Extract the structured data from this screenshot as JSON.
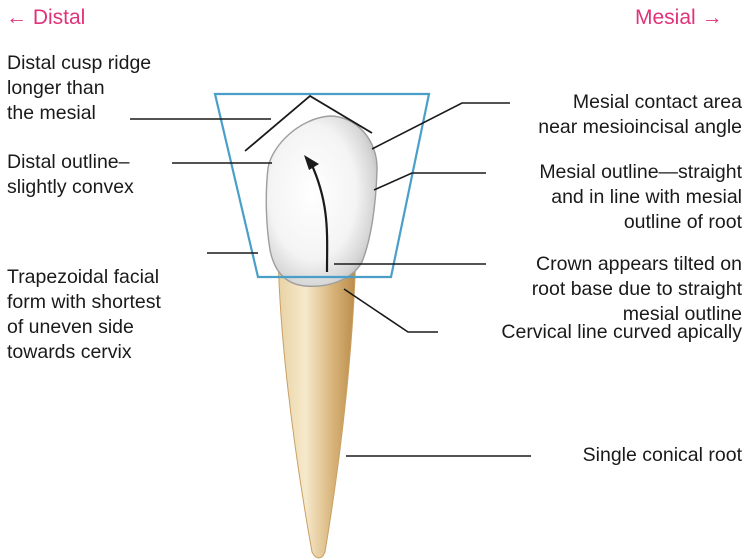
{
  "header": {
    "distal": "← Distal",
    "mesial": "Mesial →"
  },
  "labels": {
    "distal_cusp_ridge": [
      "Distal cusp ridge",
      "longer than",
      "the mesial"
    ],
    "distal_outline": [
      "Distal outline–",
      "slightly convex"
    ],
    "trapezoidal_form": [
      "Trapezoidal facial",
      "form with shortest",
      "of uneven side",
      "towards cervix"
    ],
    "mesial_contact_area": [
      "Mesial contact area",
      "near mesioincisal angle"
    ],
    "mesial_outline": [
      "Mesial outline—straight",
      "and in line with mesial",
      "outline of root"
    ],
    "crown_tilted": [
      "Crown appears tilted on",
      "root base due to straight",
      "mesial outline"
    ],
    "cervical_line": [
      "Cervical line curved apically"
    ],
    "single_root": [
      "Single conical root"
    ]
  },
  "colors": {
    "header": "#e0337a",
    "trapezoid": "#4a9fc9",
    "root_light": "#f3e4c2",
    "root_dark": "#c79a57",
    "crown_light": "#ffffff",
    "crown_shadow": "#bfbfbf"
  }
}
